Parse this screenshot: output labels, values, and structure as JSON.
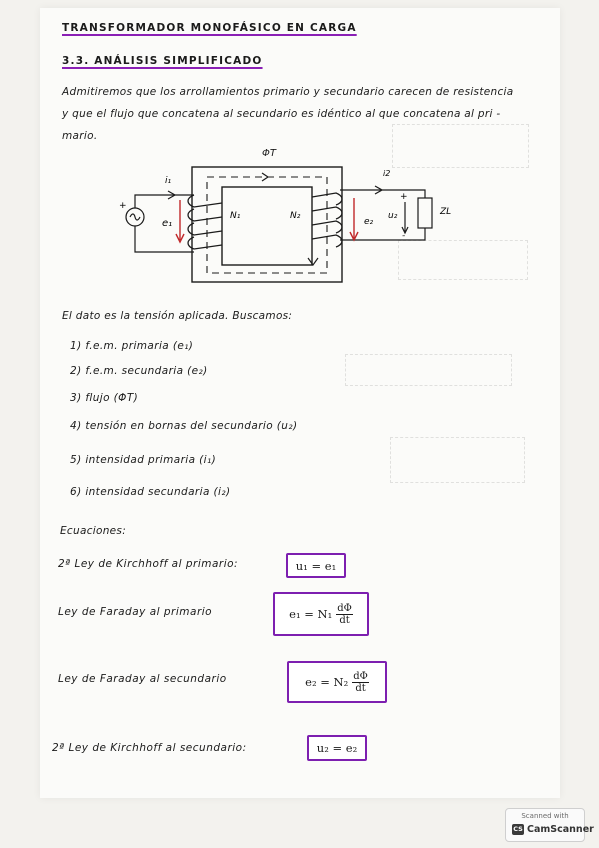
{
  "title": "TRANSFORMADOR MONOFÁSICO EN CARGA",
  "section": "3.3. ANÁLISIS SIMPLIFICADO",
  "intro_lines": [
    "Admitiremos que los arrollamientos primario y secundario carecen de resistencia",
    "y que el flujo que concatena al secundario es idéntico al que concatena al pri -",
    "mario."
  ],
  "diagram": {
    "flux": "ΦT",
    "i1": "i₁",
    "i2": "i2",
    "e1": "e₁",
    "e2": "e₂",
    "N1": "N₁",
    "N2": "N₂",
    "u2": "u₂",
    "load": "ZL",
    "plus_left": "+",
    "plus_right": "+",
    "minus_right": "-"
  },
  "data_intro": "El dato es la tensión aplicada. Buscamos:",
  "items": [
    "1)  f.e.m. primaria (e₁)",
    "2)  f.e.m. secundaria (e₂)",
    "3)  flujo (ΦT)",
    "4)  tensión en bornas del secundario (u₂)",
    "5)  intensidad primaria (i₁)",
    "6)  intensidad secundaria (i₂)"
  ],
  "equations_heading": "Ecuaciones:",
  "equations": [
    {
      "label": "2ª Ley de Kirchhoff al primario:",
      "lhs": "u₁ = e₁"
    },
    {
      "label": "Ley de Faraday al primario",
      "lhs": "e₁ =  N₁",
      "num": "dΦ",
      "den": "dt"
    },
    {
      "label": "Ley de Faraday al secundario",
      "lhs": "e₂ =  N₂",
      "num": "dΦ",
      "den": "dt"
    },
    {
      "label": "2ª Ley de Kirchhoff al secundario:",
      "lhs": "u₂ = e₂"
    }
  ],
  "scanner": {
    "top": "Scanned with",
    "brand": "CamScanner",
    "icon": "CS"
  },
  "colors": {
    "accent": "#7d1fb0",
    "arrow": "#c0282a"
  }
}
